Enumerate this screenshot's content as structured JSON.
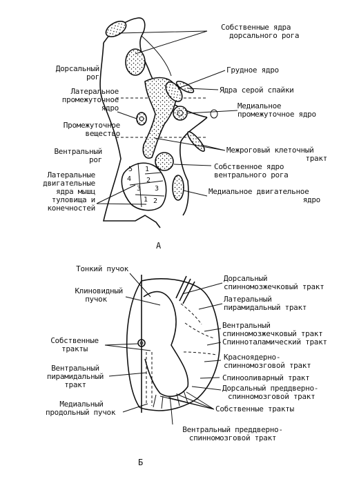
{
  "panel_a": {
    "caption": "А",
    "labels": {
      "dorsal_horn_nuclei": [
        "Собственные ядра",
        "дорсального рога"
      ],
      "dorsal_horn": [
        "Дорсальный",
        "рог"
      ],
      "thoracic_nucleus": [
        "Грудное ядро"
      ],
      "gray_commissure_nuclei": [
        "Ядра серой спайки"
      ],
      "lateral_intermediate_nucleus": [
        "Латеральное",
        "промежуточное",
        "ядро"
      ],
      "medial_intermediate_nucleus": [
        "Медиальное",
        "промежуточное ядро"
      ],
      "intermediate_substance": [
        "Промежуточное",
        "вещество"
      ],
      "interhorn_cell_tract": [
        "Межроговый клеточный",
        "тракт"
      ],
      "ventral_horn": [
        "Вентральный",
        "рог"
      ],
      "ventral_horn_nucleus": [
        "Собственное ядро",
        "вентрального рога"
      ],
      "lateral_motor_nuclei": [
        "Латеральные",
        "двигательные",
        "ядра мышц",
        "туловища и",
        "конечностей"
      ],
      "medial_motor_nucleus": [
        "Медиальное двигательное",
        "ядро"
      ]
    },
    "nucleus_numbers": [
      "5",
      "4",
      "3",
      "1",
      "2",
      "3",
      "1",
      "2"
    ]
  },
  "panel_b": {
    "caption": "Б",
    "labels": {
      "fasciculus_gracilis": [
        "Тонкий пучок"
      ],
      "fasciculus_cuneatus": [
        "Клиновидный",
        "пучок"
      ],
      "dorsal_spinocerebellar": [
        "Дорсальный",
        "спинномозжечковый тракт"
      ],
      "lateral_pyramidal": [
        "Латеральный",
        "пирамидальный тракт"
      ],
      "ventral_spinocerebellar": [
        "Вентральный",
        "спинномозжечковый тракт"
      ],
      "spinothalamic": [
        "Спинноталамический тракт"
      ],
      "own_tracts_left": [
        "Собственные",
        "тракты"
      ],
      "rubrospinal": [
        "Красноядерно-",
        "спинномозговой тракт"
      ],
      "spino_olivary": [
        "Спинооливарный тракт"
      ],
      "ventral_pyramidal": [
        "Вентральный",
        "пирамидальный",
        "тракт"
      ],
      "dorsal_vestibulospinal": [
        "Дорсальный преддверно-",
        "спинномозговой тракт"
      ],
      "own_tracts_right": [
        "Собственные тракты"
      ],
      "medial_longitudinal": [
        "Медиальный",
        "продольный пучок"
      ],
      "ventral_vestibulospinal": [
        "Вентральный преддверно-",
        "спинномозговой тракт"
      ]
    }
  }
}
